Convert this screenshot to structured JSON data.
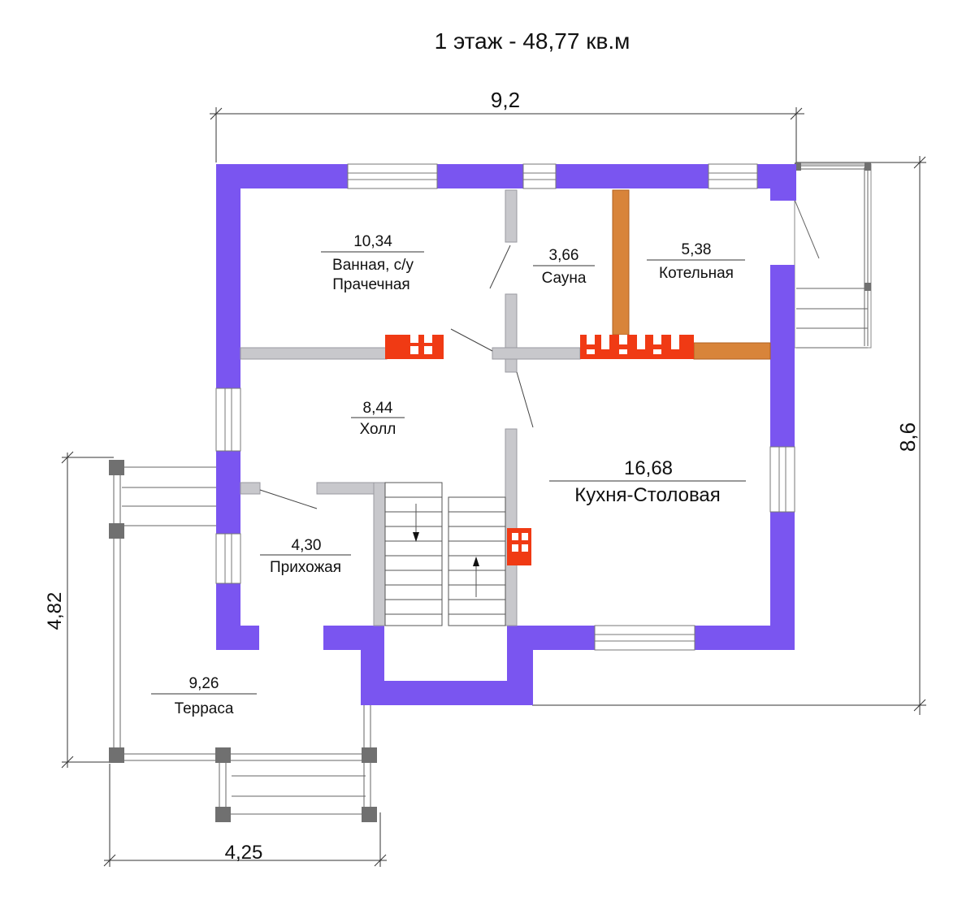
{
  "title": "1 этаж - 48,77 кв.м",
  "dimensions": {
    "width_top": "9,2",
    "height_right": "8,6",
    "height_left": "4,82",
    "width_bottom": "4,25"
  },
  "rooms": [
    {
      "area": "10,34",
      "label1": "Ванная, с/у",
      "label2": "Прачечная"
    },
    {
      "area": "3,66",
      "label1": "Сауна"
    },
    {
      "area": "5,38",
      "label1": "Котельная"
    },
    {
      "area": "8,44",
      "label1": "Холл"
    },
    {
      "area": "16,68",
      "label1": "Кухня-Столовая"
    },
    {
      "area": "4,30",
      "label1": "Прихожая"
    },
    {
      "area": "9,26",
      "label1": "Терраса"
    }
  ],
  "colors": {
    "exterior_wall": "#7a55f0",
    "interior_wall": "#c8c8cc",
    "brick_stove": "#f03a14",
    "boiler_wall": "#d8843a",
    "post": "#707070"
  }
}
